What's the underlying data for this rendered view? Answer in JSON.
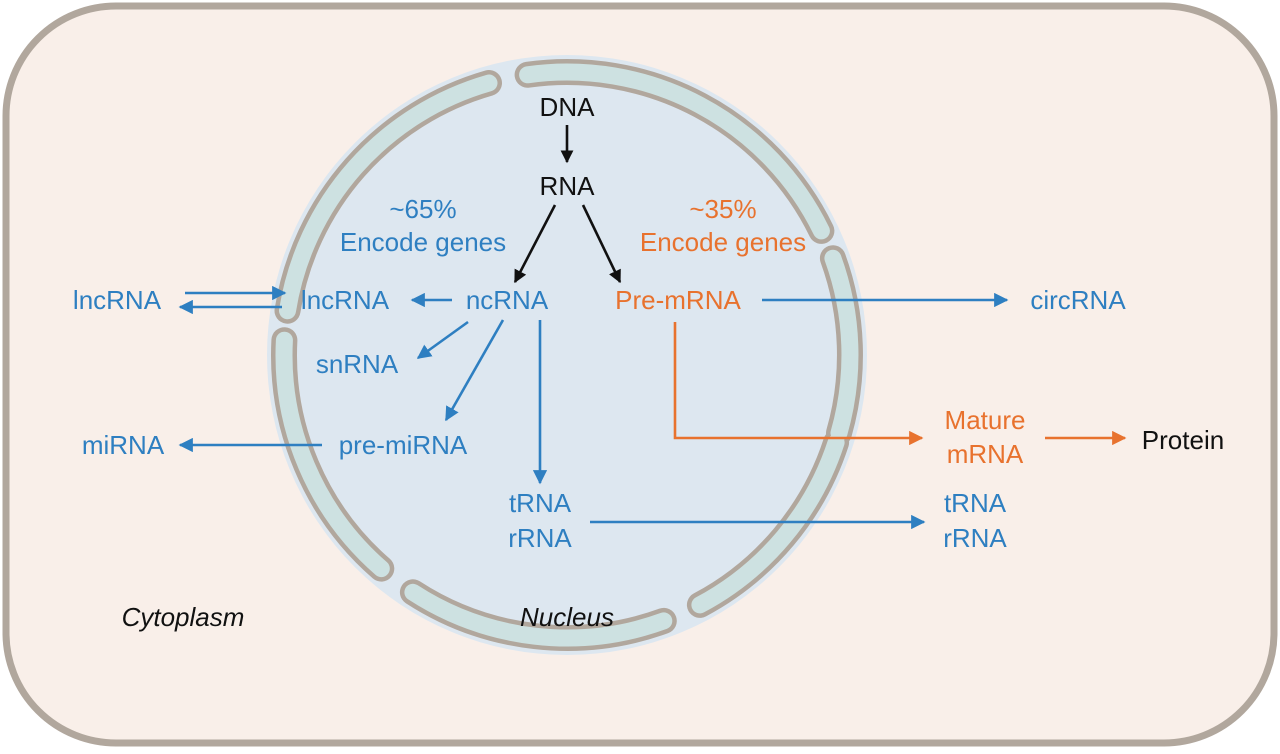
{
  "colors": {
    "cell_fill": "#f9efe9",
    "cell_border": "#b1a79d",
    "nucleus_fill": "#dde7f0",
    "envelope_fill": "#cde1e1",
    "envelope_border": "#b1a79d",
    "blue": "#2e7fc1",
    "orange": "#e8722e",
    "black": "#111111"
  },
  "labels": {
    "dna": "DNA",
    "rna": "RNA",
    "pct_65": "~65%",
    "encode_65": "Encode genes",
    "pct_35": "~35%",
    "encode_35": "Encode genes",
    "lncrna_cyto": "lncRNA",
    "lncrna_nuc": "lncRNA",
    "ncrna": "ncRNA",
    "pre_mrna": "Pre-mRNA",
    "circrna": "circRNA",
    "snrna": "snRNA",
    "mirna": "miRNA",
    "pre_mirna": "pre-miRNA",
    "mature": "Mature",
    "mrna": "mRNA",
    "protein": "Protein",
    "trna_nuc": "tRNA",
    "rrna_nuc": "rRNA",
    "trna_cyto": "tRNA",
    "rrna_cyto": "rRNA",
    "cytoplasm": "Cytoplasm",
    "nucleus": "Nucleus"
  }
}
